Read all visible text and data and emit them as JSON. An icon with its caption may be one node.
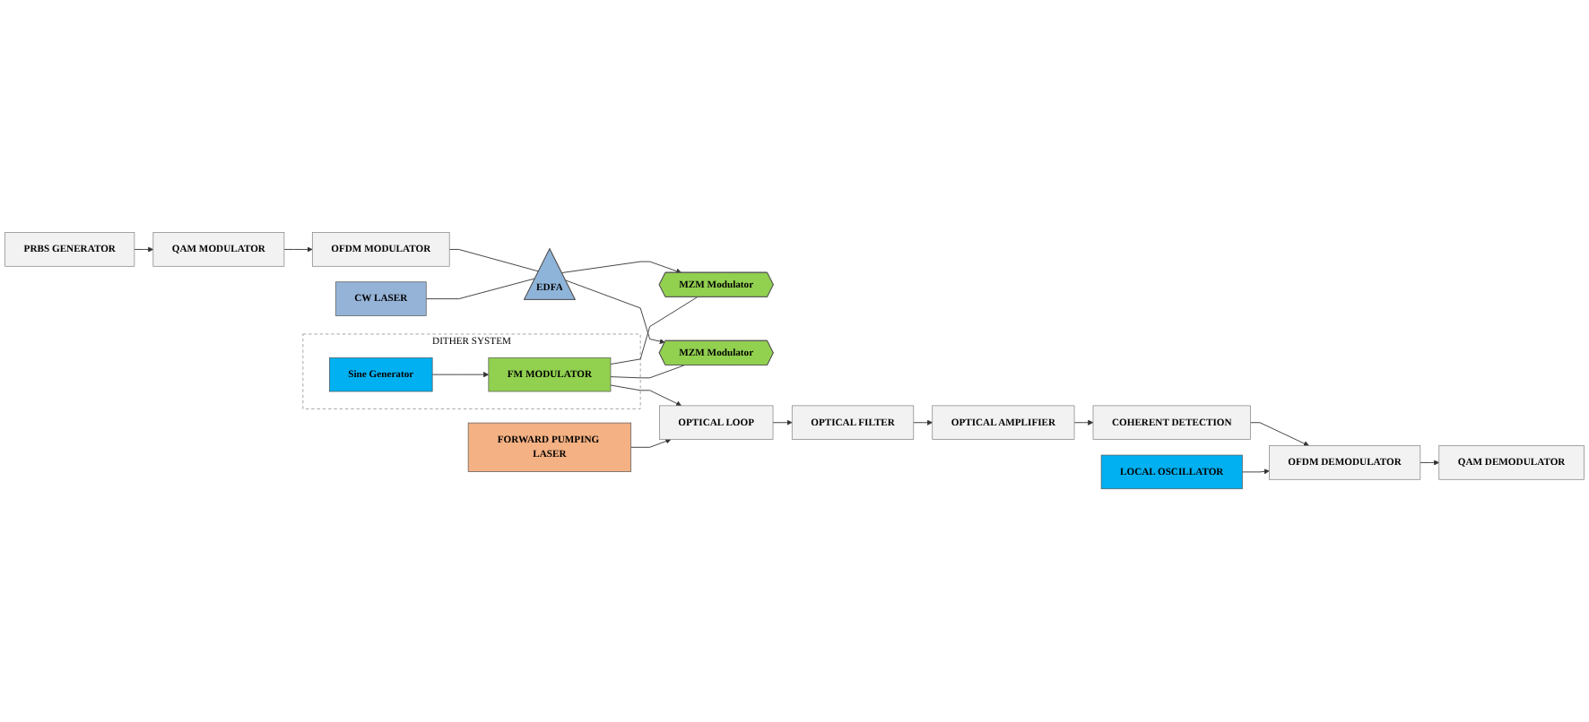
{
  "diagram": {
    "nodes": [
      {
        "text": [
          "PRBS GENERATOR"
        ]
      },
      {
        "text": [
          "QAM MODULATOR"
        ]
      },
      {
        "text": [
          "OFDM MODULATOR"
        ]
      },
      {
        "text": [
          "EDFA"
        ]
      },
      {
        "text": [
          "CW LASER"
        ]
      },
      {
        "text": [
          "MZM Modulator"
        ]
      },
      {
        "text": [
          "MZM Modulator"
        ]
      },
      {
        "text": [
          "DITHER SYSTEM"
        ]
      },
      {
        "text": [
          "Sine Generator"
        ],
        "in": 7
      },
      {
        "text": [
          "FM MODULATOR"
        ],
        "in": 7
      },
      {
        "text": [
          "FORWARD PUMPING LASER"
        ]
      },
      {
        "text": [
          "OPTICAL LOOP"
        ]
      },
      {
        "text": [
          "OPTICAL FILTER"
        ]
      },
      {
        "text": [
          "OPTICAL AMPLIFIER"
        ]
      },
      {
        "text": [
          "COHERENT DETECTION"
        ]
      },
      {
        "text": [
          "OFDM DEMODULATOR"
        ]
      },
      {
        "text": [
          "QAM DEMODULATOR"
        ]
      },
      {
        "text": [
          "LOCAL OSCILLATOR"
        ]
      }
    ],
    "edges": [
      {
        "from": 0,
        "to": 1,
        "arrow": "to"
      },
      {
        "from": 1,
        "to": 2,
        "arrow": "to"
      },
      {
        "from": 2,
        "to": 3,
        "arrow": "none"
      },
      {
        "from": 4,
        "to": 3,
        "arrow": "none"
      },
      {
        "from": 3,
        "to": 5,
        "arrow": "to"
      },
      {
        "from": 3,
        "to": 6,
        "arrow": "to"
      },
      {
        "from": 9,
        "to": 5,
        "arrow": "none"
      },
      {
        "from": 9,
        "to": 6,
        "arrow": "none"
      },
      {
        "from": 8,
        "to": 9,
        "arrow": "to"
      },
      {
        "from": 9,
        "to": 11,
        "arrow": "to"
      },
      {
        "from": 10,
        "to": 11,
        "arrow": "to"
      },
      {
        "from": 11,
        "to": 12,
        "arrow": "to"
      },
      {
        "from": 12,
        "to": 13,
        "arrow": "to"
      },
      {
        "from": 13,
        "to": 14,
        "arrow": "to"
      },
      {
        "from": 14,
        "to": 15,
        "arrow": "to"
      },
      {
        "from": 15,
        "to": 16,
        "arrow": "to"
      },
      {
        "from": 17,
        "to": 15,
        "arrow": "to"
      }
    ]
  }
}
